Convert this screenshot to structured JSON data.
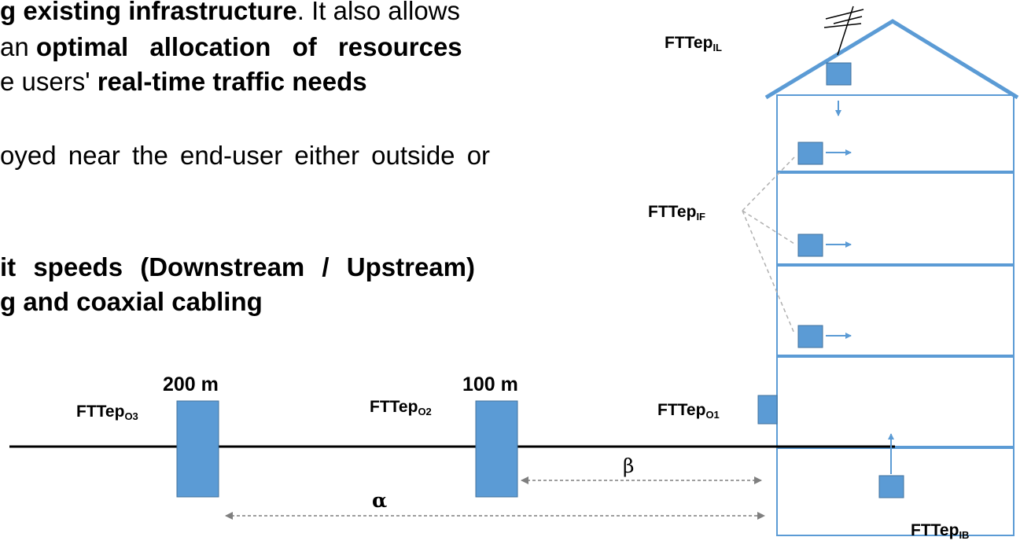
{
  "text": {
    "line1": {
      "b1": "g existing infrastructure",
      "n1": ". It also allows"
    },
    "line2": {
      "n1": "an ",
      "b1": "optimal allocation of resources"
    },
    "line3": {
      "n1": "e users' ",
      "b1": "real-time traffic needs"
    },
    "line4": {
      "n1": "oyed near the end-user either outside or"
    },
    "line5": {
      "b1": "it speeds (Downstream / Upstream)"
    },
    "line6": {
      "b1": "g and coaxial cabling"
    }
  },
  "labels": {
    "il": {
      "main": "FTTep",
      "sub": "IL"
    },
    "if": {
      "main": "FTTep",
      "sub": "IF"
    },
    "o1": {
      "main": "FTTep",
      "sub": "O1"
    },
    "o2": {
      "main": "FTTep",
      "sub": "O2"
    },
    "o3": {
      "main": "FTTep",
      "sub": "O3"
    },
    "ib": {
      "main": "FTTep",
      "sub": "IB"
    }
  },
  "distances": {
    "d200": "200 m",
    "d100": "100 m",
    "alpha": "α",
    "beta": "β"
  },
  "colors": {
    "accent": "#5b9bd5",
    "device_fill": "#5b9bd5",
    "device_stroke": "#41719c",
    "line": "#000000",
    "dashed": "#7f7f7f"
  }
}
